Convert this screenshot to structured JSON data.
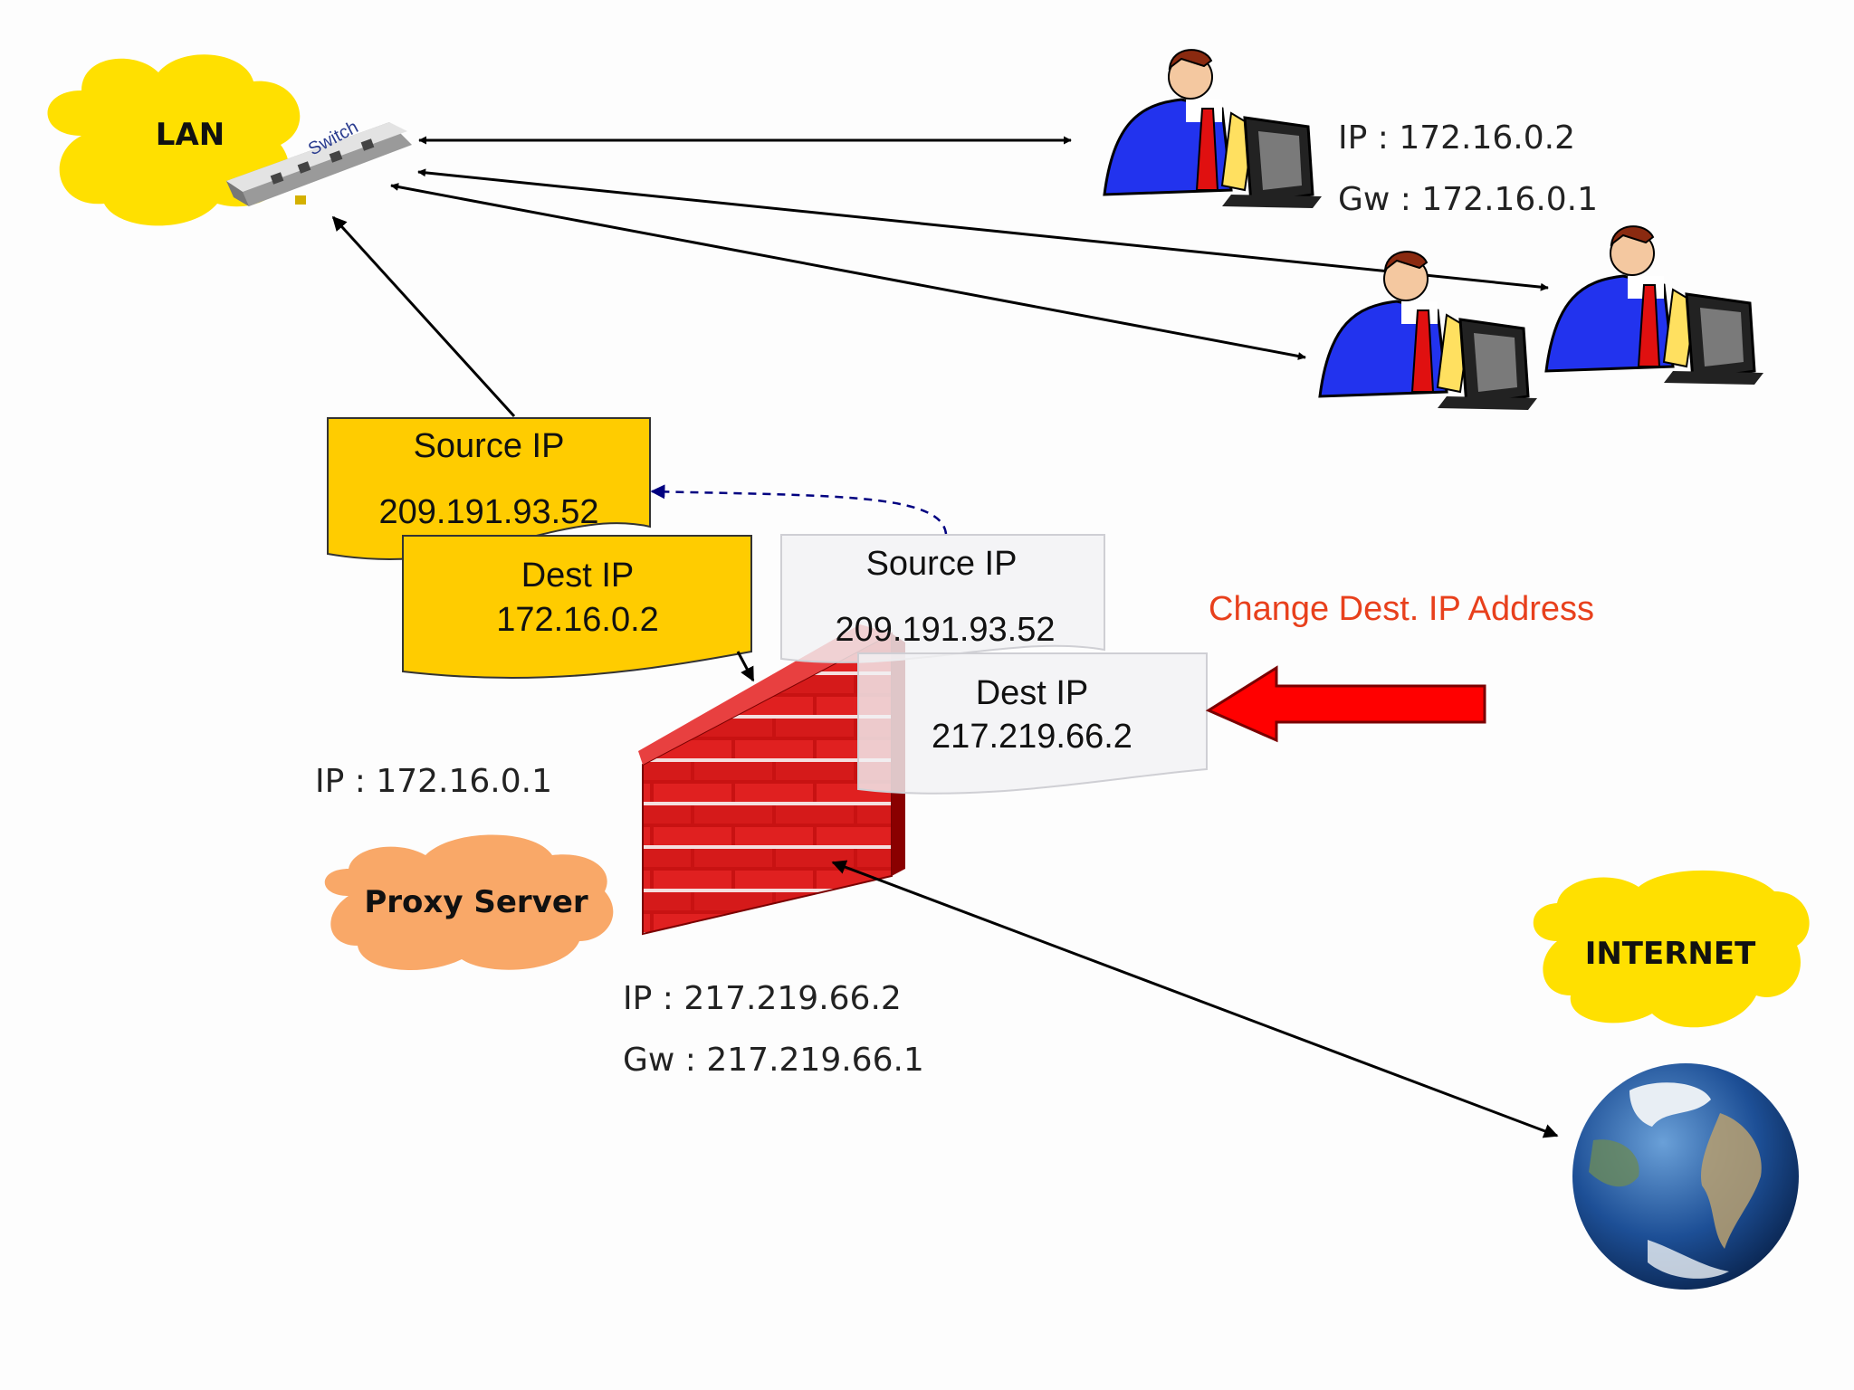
{
  "lan": {
    "label": "LAN",
    "switch_label": "Switch"
  },
  "internet": {
    "label": "INTERNET"
  },
  "proxy": {
    "label": "Proxy Server",
    "lan_ip": "IP  : 172.16.0.1",
    "wan_ip": "IP   : 217.219.66.2",
    "wan_gw": "Gw : 217.219.66.1"
  },
  "pc1": {
    "ip": "IP   : 172.16.0.2",
    "gw": "Gw : 172.16.0.1"
  },
  "packet_original": {
    "source_title": "Source IP",
    "source_ip": "209.191.93.52",
    "dest_title": "Dest IP",
    "dest_ip": "217.219.66.2"
  },
  "packet_translated": {
    "source_title": "Source IP",
    "source_ip": "209.191.93.52",
    "dest_title": "Dest IP",
    "dest_ip": "172.16.0.2"
  },
  "annotation": {
    "text": "Change Dest. IP Address",
    "color": "#e8401c"
  },
  "colors": {
    "cloud_yellow": "#ffe000",
    "cloud_orange": "#f9a868",
    "packet_yellow": "#ffcc00",
    "packet_grey": "#f2f2f4",
    "brick_red": "#cc1111",
    "arrow_red": "#ff0000",
    "person_blue": "#2233ee"
  }
}
